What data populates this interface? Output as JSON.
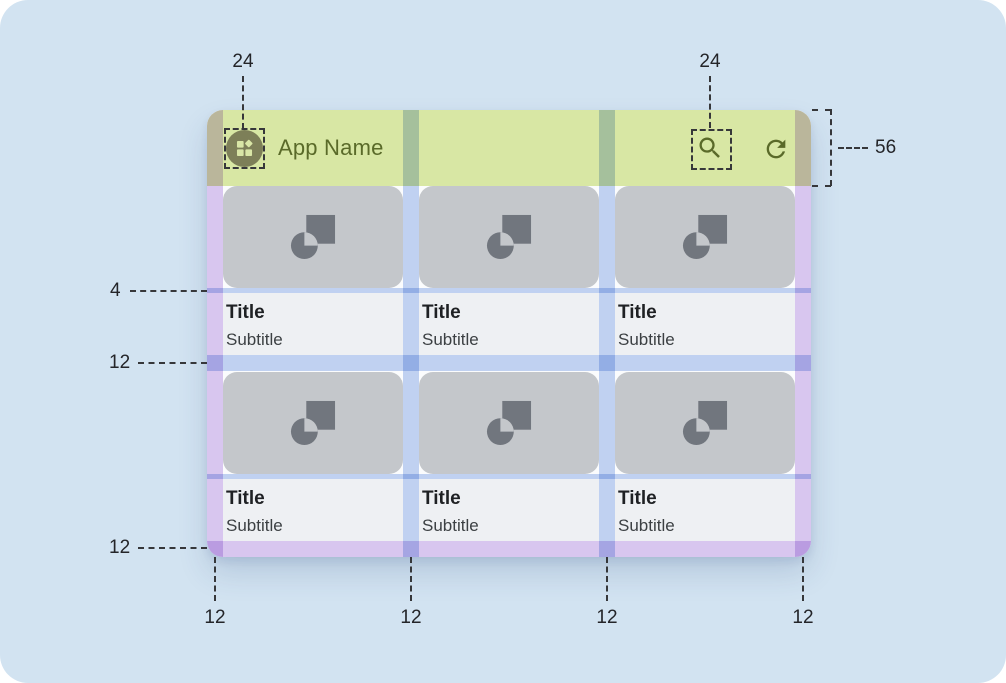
{
  "appbar": {
    "title": "App Name",
    "app_icon": "app-grid-icon",
    "search_icon": "search-icon",
    "refresh_icon": "refresh-icon"
  },
  "cards": [
    {
      "title": "Title",
      "subtitle": "Subtitle"
    },
    {
      "title": "Title",
      "subtitle": "Subtitle"
    },
    {
      "title": "Title",
      "subtitle": "Subtitle"
    },
    {
      "title": "Title",
      "subtitle": "Subtitle"
    },
    {
      "title": "Title",
      "subtitle": "Subtitle"
    },
    {
      "title": "Title",
      "subtitle": "Subtitle"
    }
  ],
  "annotations": {
    "icon_left_size": "24",
    "icon_right_size": "24",
    "appbar_height": "56",
    "media_text_gap": "4",
    "row_gap": "12",
    "bottom_margin": "12",
    "bottom_gutters": [
      "12",
      "12",
      "12",
      "12"
    ]
  },
  "colors": {
    "canvas_background": "#d2e3f1",
    "appbar_green": "#d8e7a4",
    "margin_overlay_purple": "#dcc9f1",
    "gutter_overlay_blue": "#c3d4f3",
    "card_media_grey": "#c4c7cb",
    "card_text_background": "#eef0f3",
    "olive_accent_text": "#5a6a29",
    "media_glyph_grey": "#71767e"
  }
}
